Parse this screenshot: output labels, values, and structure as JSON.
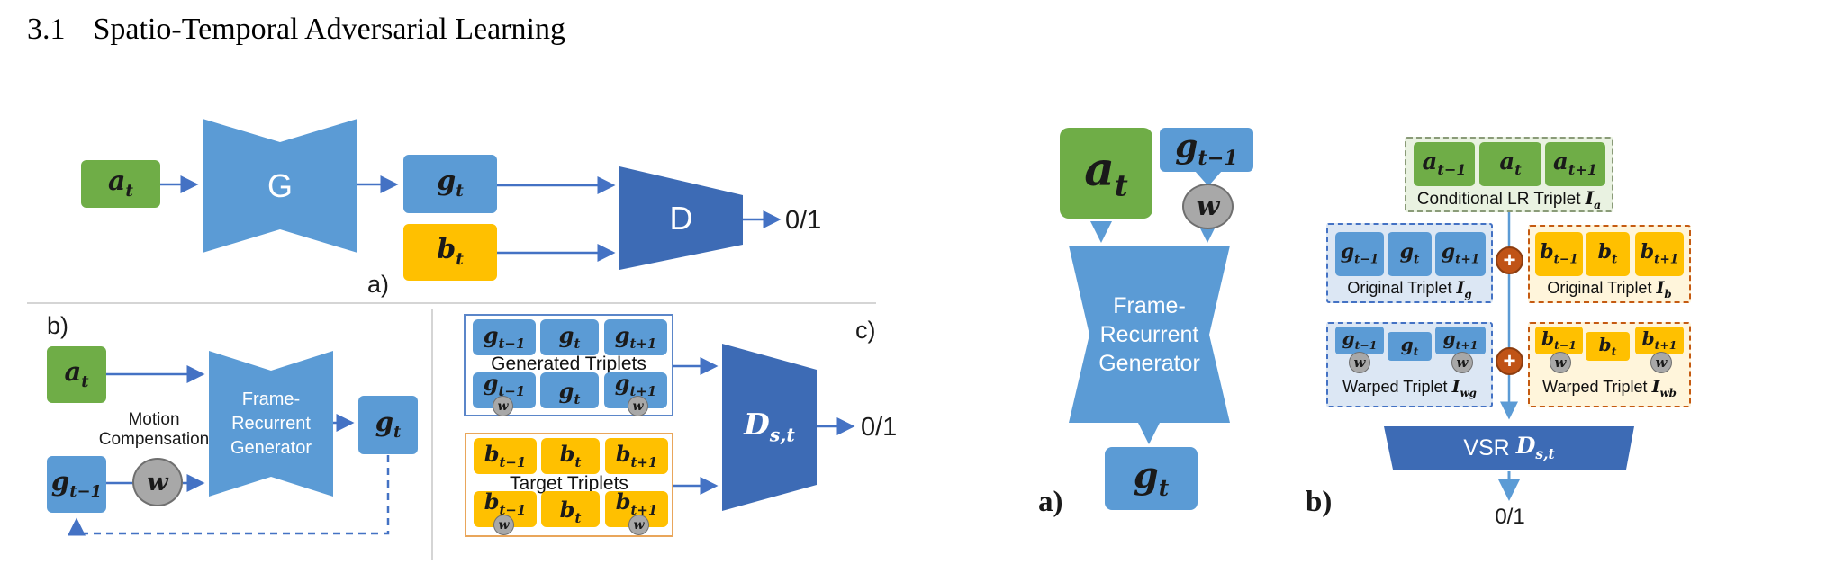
{
  "heading": {
    "number": "3.1",
    "title": "Spatio-Temporal Adversarial Learning"
  },
  "colors": {
    "green_box": "#6FAD47",
    "blue_box": "#5B9BD5",
    "yellow_box": "#FFC000",
    "dark_blue": "#3D6BB5",
    "arrow_blue": "#4472C4",
    "arrow_light": "#5B9BD5",
    "gray_circle": "#A8A8A8",
    "plus_circle": "#C05316",
    "light_green_fill": "#E9F2E1",
    "light_blue_fill": "#DCE7F4",
    "light_yellow_fill": "#FFF5DB"
  },
  "fig_left": {
    "panel_a": {
      "tag": "a)",
      "a_t": {
        "base": "a",
        "sub": "t"
      },
      "generator": "G",
      "g_t": {
        "base": "g",
        "sub": "t"
      },
      "b_t": {
        "base": "b",
        "sub": "t"
      },
      "discriminator": "D",
      "out": "0/1"
    },
    "panel_b": {
      "tag": "b)",
      "a_t": {
        "base": "a",
        "sub": "t"
      },
      "g_prev": {
        "base": "g",
        "sub": "t−1"
      },
      "motion1": "Motion",
      "motion2": "Compensation",
      "w": "w",
      "frg": [
        "Frame-",
        "Recurrent",
        "Generator"
      ],
      "g_t": {
        "base": "g",
        "sub": "t"
      }
    },
    "panel_c": {
      "tag": "c)",
      "generated_title": "Generated Triplets",
      "target_title": "Target Triplets",
      "gen_top": [
        {
          "base": "g",
          "sub": "t−1"
        },
        {
          "base": "g",
          "sub": "t"
        },
        {
          "base": "g",
          "sub": "t+1"
        }
      ],
      "gen_bottom": [
        {
          "base": "g",
          "sub": "t−1",
          "w": "w"
        },
        {
          "base": "g",
          "sub": "t"
        },
        {
          "base": "g",
          "sub": "t+1",
          "w": "w"
        }
      ],
      "tgt_top": [
        {
          "base": "b",
          "sub": "t−1"
        },
        {
          "base": "b",
          "sub": "t"
        },
        {
          "base": "b",
          "sub": "t+1"
        }
      ],
      "tgt_bottom": [
        {
          "base": "b",
          "sub": "t−1",
          "w": "w"
        },
        {
          "base": "b",
          "sub": "t"
        },
        {
          "base": "b",
          "sub": "t+1",
          "w": "w"
        }
      ],
      "discriminator": {
        "base": "D",
        "sub": "s,t"
      },
      "out": "0/1"
    }
  },
  "fig_right": {
    "panel_a": {
      "tag": "a)",
      "a_t": {
        "base": "a",
        "sub": "t"
      },
      "g_prev": {
        "base": "g",
        "sub": "t−1"
      },
      "w": "w",
      "frg": [
        "Frame-",
        "Recurrent",
        "Generator"
      ],
      "g_t": {
        "base": "g",
        "sub": "t"
      }
    },
    "panel_b": {
      "tag": "b)",
      "plus": "+",
      "conditional": {
        "chips": [
          {
            "base": "a",
            "sub": "t−1"
          },
          {
            "base": "a",
            "sub": "t"
          },
          {
            "base": "a",
            "sub": "t+1"
          }
        ],
        "title": "Conditional LR Triplet",
        "tag": {
          "base": "I",
          "sub": "a"
        }
      },
      "original_g": {
        "chips": [
          {
            "base": "g",
            "sub": "t−1"
          },
          {
            "base": "g",
            "sub": "t"
          },
          {
            "base": "g",
            "sub": "t+1"
          }
        ],
        "title": "Original Triplet",
        "tag": {
          "base": "I",
          "sub": "g"
        }
      },
      "original_b": {
        "chips": [
          {
            "base": "b",
            "sub": "t−1"
          },
          {
            "base": "b",
            "sub": "t"
          },
          {
            "base": "b",
            "sub": "t+1"
          }
        ],
        "title": "Original Triplet",
        "tag": {
          "base": "I",
          "sub": "b"
        }
      },
      "warped_g": {
        "chips": [
          {
            "base": "g",
            "sub": "t−1",
            "w": "w"
          },
          {
            "base": "g",
            "sub": "t"
          },
          {
            "base": "g",
            "sub": "t+1",
            "w": "w"
          }
        ],
        "title": "Warped Triplet",
        "tag": {
          "base": "I",
          "sub": "wg"
        }
      },
      "warped_b": {
        "chips": [
          {
            "base": "b",
            "sub": "t−1",
            "w": "w"
          },
          {
            "base": "b",
            "sub": "t"
          },
          {
            "base": "b",
            "sub": "t+1",
            "w": "w"
          }
        ],
        "title": "Warped Triplet",
        "tag": {
          "base": "I",
          "sub": "wb"
        }
      },
      "vsr": {
        "prefix": "VSR",
        "D": {
          "base": "D",
          "sub": "s,t"
        }
      },
      "out": "0/1"
    }
  }
}
